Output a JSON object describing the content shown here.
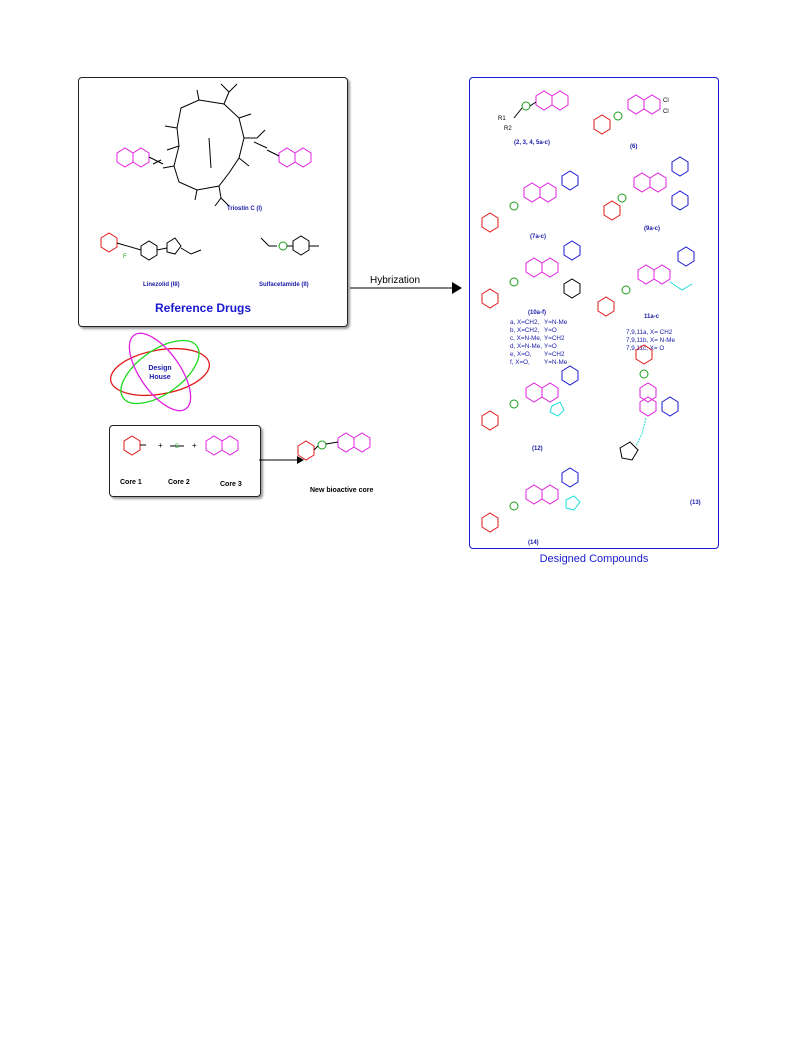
{
  "reference_panel": {
    "title": "Reference Drugs",
    "drugs": {
      "triostin": "Triostin C (I)",
      "linezolid": "Linezolid (III)",
      "sulfacetamide": "Sulfacetamide (II)"
    }
  },
  "design_house": {
    "line1": "Design",
    "line2": "House"
  },
  "arrow": {
    "label": "Hybrization"
  },
  "cores": {
    "core1": "Core 1",
    "core2": "Core 2",
    "core3": "Core 3",
    "result": "New bioactive core"
  },
  "designed_panel": {
    "title": "Designed Compounds",
    "labels": {
      "c2": "(2, 3, 4, 5a-c)",
      "c6": "(6)",
      "c7": "(7a-c)",
      "c9": "(9a-c)",
      "c10": "(10a-f)",
      "c11": "11a-c",
      "c12": "(12)",
      "c13": "(13)",
      "c14": "(14)"
    },
    "variants_10": [
      [
        "a, X=CH2,",
        "Y=N-Me"
      ],
      [
        "b, X=CH2,",
        "Y=O"
      ],
      [
        "c, X=N-Me,",
        "Y=CH2"
      ],
      [
        "d, X=N-Me,",
        "Y=O"
      ],
      [
        "e, X=O,",
        "Y=CH2"
      ],
      [
        "f, X=O,",
        "Y=N-Me"
      ]
    ],
    "variants_11": [
      "7,9,11a, X= CH2",
      "7,9,11b, X= N-Me",
      "7,9,11c, X= O"
    ]
  },
  "colors": {
    "panel_border": "#1a1ad0",
    "quinoxaline": "#e020e0",
    "sulfonyl": "#1a9e1a",
    "morpholine": "#e01a1a",
    "piperidine": "#1a1ad0",
    "linker": "#22dddd",
    "label": "#1a1aa8"
  }
}
